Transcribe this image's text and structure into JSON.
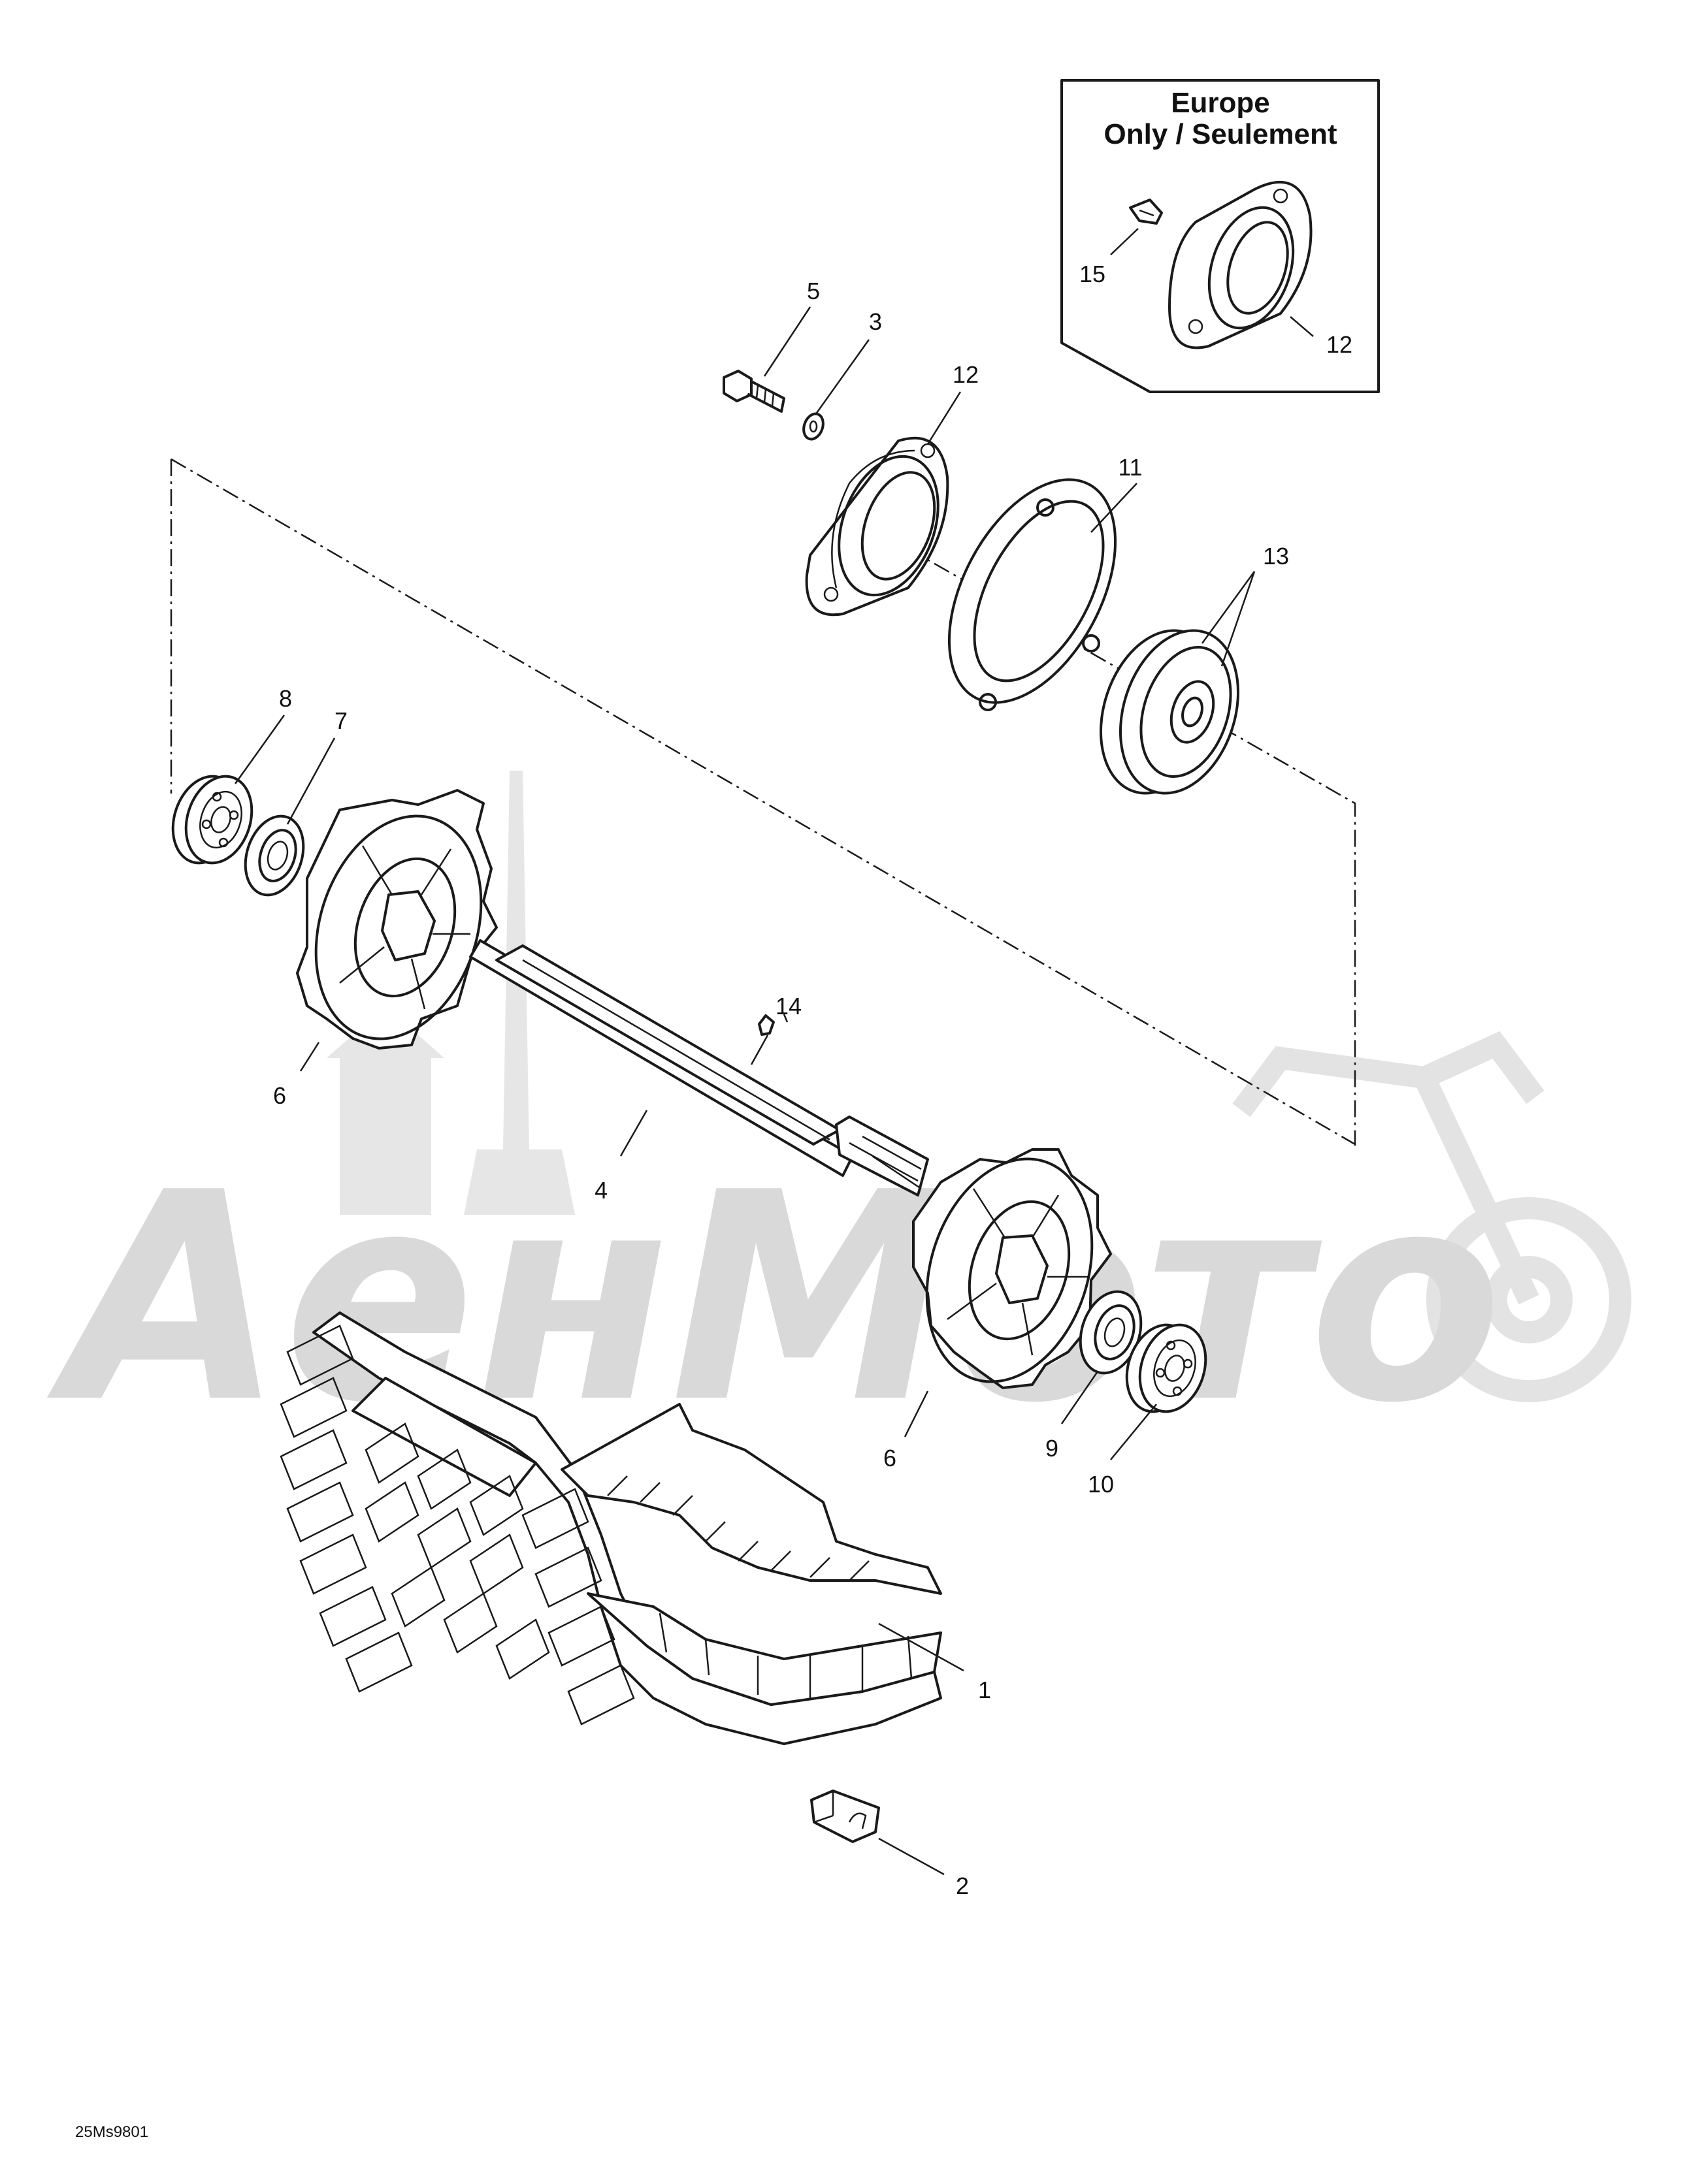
{
  "inset": {
    "title_line1": "Europe",
    "title_line2": "Only / Seulement"
  },
  "callouts": {
    "c1": "1",
    "c2": "2",
    "c3": "3",
    "c4": "4",
    "c5": "5",
    "c6a": "6",
    "c6b": "6",
    "c7": "7",
    "c8": "8",
    "c9": "9",
    "c10": "10",
    "c11": "11",
    "c12": "12",
    "c12_inset": "12",
    "c13": "13",
    "c14": "14",
    "c15": "15"
  },
  "drawing_code": "25Ms9801",
  "watermark": "AeнMoтo",
  "icons": [
    "motorcycle-watermark-icon",
    "tower-watermark-icon"
  ]
}
